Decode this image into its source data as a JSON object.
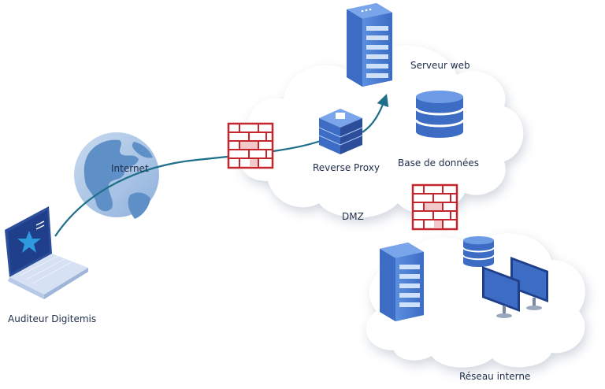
{
  "labels": {
    "auditor": "Auditeur Digitemis",
    "internet": "Internet",
    "reverse_proxy": "Reverse Proxy",
    "web_server": "Serveur web",
    "database": "Base de données",
    "dmz": "DMZ",
    "internal_network": "Réseau interne"
  },
  "colors": {
    "server_blue": "#4a7fd4",
    "server_dark": "#2c4e9a",
    "firewall_red": "#c4262e",
    "connection_line": "#1f6f8b",
    "cloud_fill": "#ffffff",
    "globe_blue": "#5f8fc7",
    "label_text": "#1e2d4a"
  },
  "icons": [
    "laptop-icon",
    "globe-icon",
    "firewall-icon",
    "server-icon",
    "database-icon",
    "monitor-icon",
    "cloud-icon"
  ]
}
